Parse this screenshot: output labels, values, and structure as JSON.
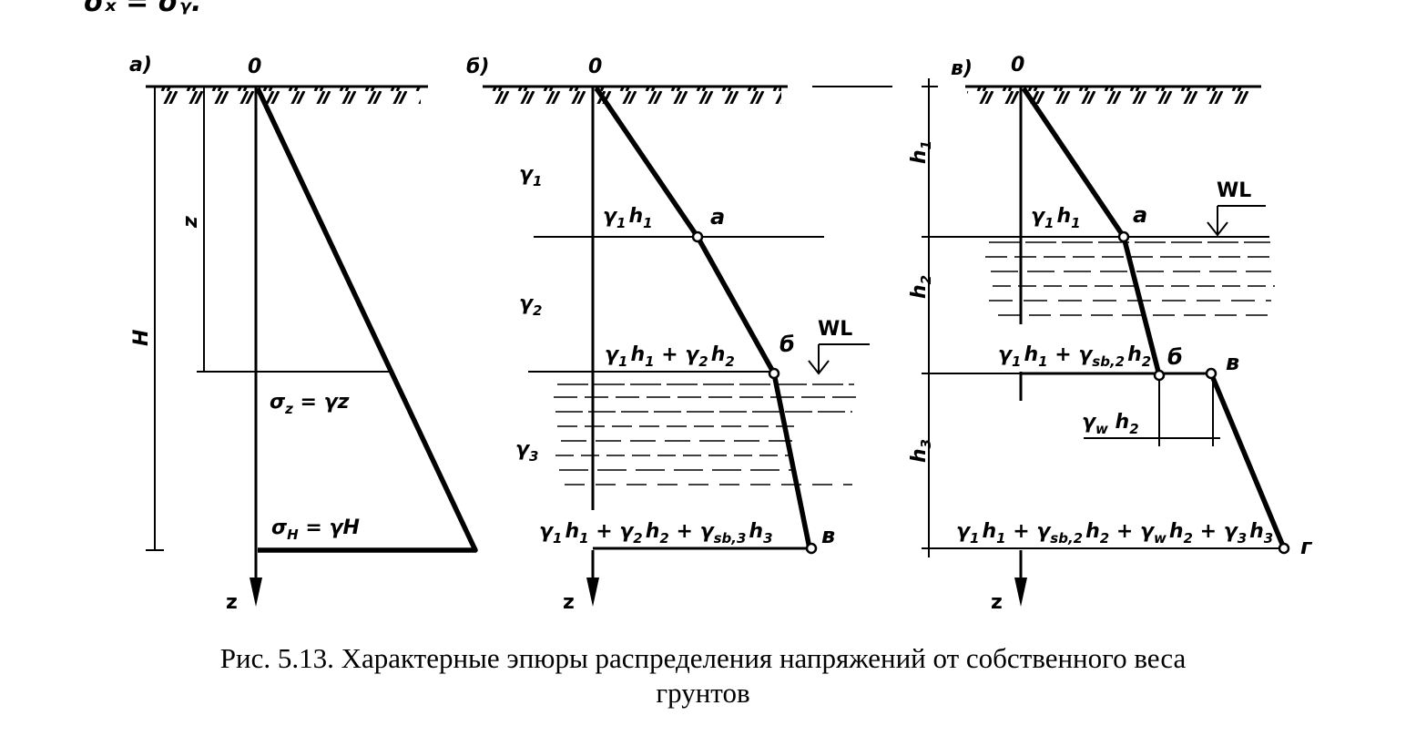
{
  "top_fragment": "σₓ = σᵧ.",
  "panels": {
    "a": {
      "tag": "а)",
      "origin": "0",
      "axis": "z",
      "depth_z": "z",
      "depth_H": "H",
      "sigma_z": "σ",
      "sigma_z_sub": "z",
      "sigma_z_rhs": " = γz",
      "sigma_H": "σ",
      "sigma_H_sub": "H",
      "sigma_H_rhs": " = γH"
    },
    "b": {
      "tag": "б)",
      "origin": "0",
      "axis": "z",
      "g1": "γ",
      "g1_sub": "1",
      "g2": "γ",
      "g2_sub": "2",
      "g3": "γ",
      "g3_sub": "3",
      "pt_a": "а",
      "pt_b": "б",
      "pt_v": "в",
      "wl": "WL",
      "v1_parts": [
        "γ",
        "1",
        "h",
        "1"
      ],
      "v2_parts": [
        "γ",
        "1",
        "h",
        "1",
        " + γ",
        "2",
        "h",
        "2"
      ],
      "v3_parts": [
        "γ",
        "1",
        "h",
        "1",
        " + γ",
        "2",
        "h",
        "2",
        " + γ",
        "sb,3",
        "h",
        "3"
      ]
    },
    "v": {
      "tag": "в)",
      "origin": "0",
      "axis": "z",
      "h1": "h",
      "h1_sub": "1",
      "h2": "h",
      "h2_sub": "2",
      "h3": "h",
      "h3_sub": "3",
      "pt_a": "а",
      "pt_b": "б",
      "pt_v": "в",
      "pt_g": "г",
      "wl": "WL",
      "v1_parts": [
        "γ",
        "1",
        "h",
        "1"
      ],
      "v2_parts": [
        "γ",
        "1",
        "h",
        "1",
        " + γ",
        "sb,2",
        "h",
        "2"
      ],
      "vw_parts": [
        "γ",
        "w",
        " h",
        "2"
      ],
      "v3_parts": [
        "γ",
        "1",
        "h",
        "1",
        " + γ",
        "sb,2",
        "h",
        "2",
        " + γ",
        "w",
        "h",
        "2",
        " + γ",
        "3",
        "h",
        "3"
      ]
    }
  },
  "caption": {
    "line1": "Рис. 5.13. Характерные эпюры распределения напряжений от собственного веса",
    "line2": "грунтов"
  }
}
